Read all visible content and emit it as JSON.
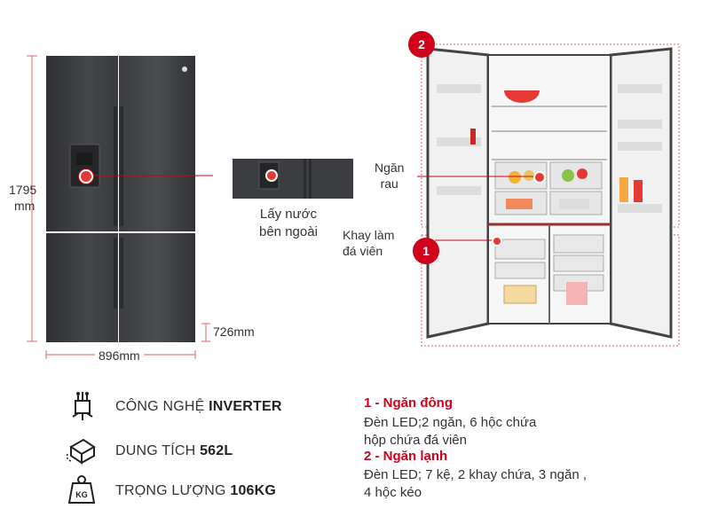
{
  "dimensions": {
    "height": "1795",
    "height_unit": "mm",
    "width": "896mm",
    "lower_door": "726mm"
  },
  "water_dispenser": {
    "line1": "Lấy nước",
    "line2": "bên ngoài"
  },
  "callouts": {
    "crisper_line1": "Ngăn",
    "crisper_line2": "rau",
    "ice_tray_line1": "Khay làm",
    "ice_tray_line2": "đá viên"
  },
  "badges": {
    "freezer_num": "1",
    "fridge_num": "2"
  },
  "features": [
    {
      "icon": "inverter-chip-icon",
      "label": "CÔNG NGHỆ",
      "value": "INVERTER"
    },
    {
      "icon": "capacity-box-icon",
      "label": "DUNG TÍCH",
      "value": "562L"
    },
    {
      "icon": "weight-kg-icon",
      "label": "TRỌNG LƯỢNG",
      "value": "106KG"
    }
  ],
  "specs": {
    "freezer_title": "1 - Ngăn đông",
    "freezer_line1": "Đèn LED;2 ngăn, 6 hộc chứa",
    "freezer_line2": "hộp chứa đá viên",
    "fridge_title": "2 - Ngăn lạnh",
    "fridge_line1": "Đèn LED; 7 kệ, 2 khay chứa, 3 ngăn ,",
    "fridge_line2": "4 hộc kéo"
  },
  "colors": {
    "accent": "#d0021b",
    "fridge_body": "#3a3b3e",
    "dim_line": "#e06060"
  }
}
